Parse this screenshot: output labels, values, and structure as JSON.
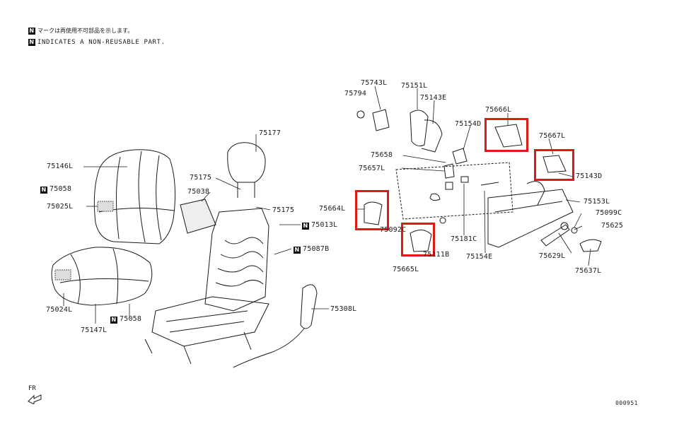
{
  "legend": {
    "mark": "N",
    "japanese": "マークは再使用不可部品を示します。",
    "english": "INDICATES A NON-REUSABLE PART."
  },
  "parts": {
    "p75743L": "75743L",
    "p75151L": "75151L",
    "p75794": "75794",
    "p75143E": "75143E",
    "p75666L": "75666L",
    "p75154D": "75154D",
    "p75667L": "75667L",
    "p75658": "75658",
    "p75657L": "75657L",
    "p75143D": "75143D",
    "p75153L": "75153L",
    "p75099C": "75099C",
    "p75664L": "75664L",
    "p75625": "75625",
    "p75092C": "75092C",
    "p75181C": "75181C",
    "p75111B": "75111B",
    "p75629L": "75629L",
    "p75154E": "75154E",
    "p75665L": "75665L",
    "p75637L": "75637L",
    "p75177": "75177",
    "p75146L": "75146L",
    "p75175a": "75175",
    "p75058a": "75058",
    "p75038": "75038",
    "p75025L": "75025L",
    "p75175b": "75175",
    "p75013L": "75013L",
    "p75087B": "75087B",
    "p75308L": "75308L",
    "p75024L": "75024L",
    "p75058b": "75058",
    "p75147L": "75147L"
  },
  "direction": "FR",
  "drawing_code": "000951",
  "colors": {
    "highlight": "#e01818",
    "line": "#1a1a1a"
  }
}
